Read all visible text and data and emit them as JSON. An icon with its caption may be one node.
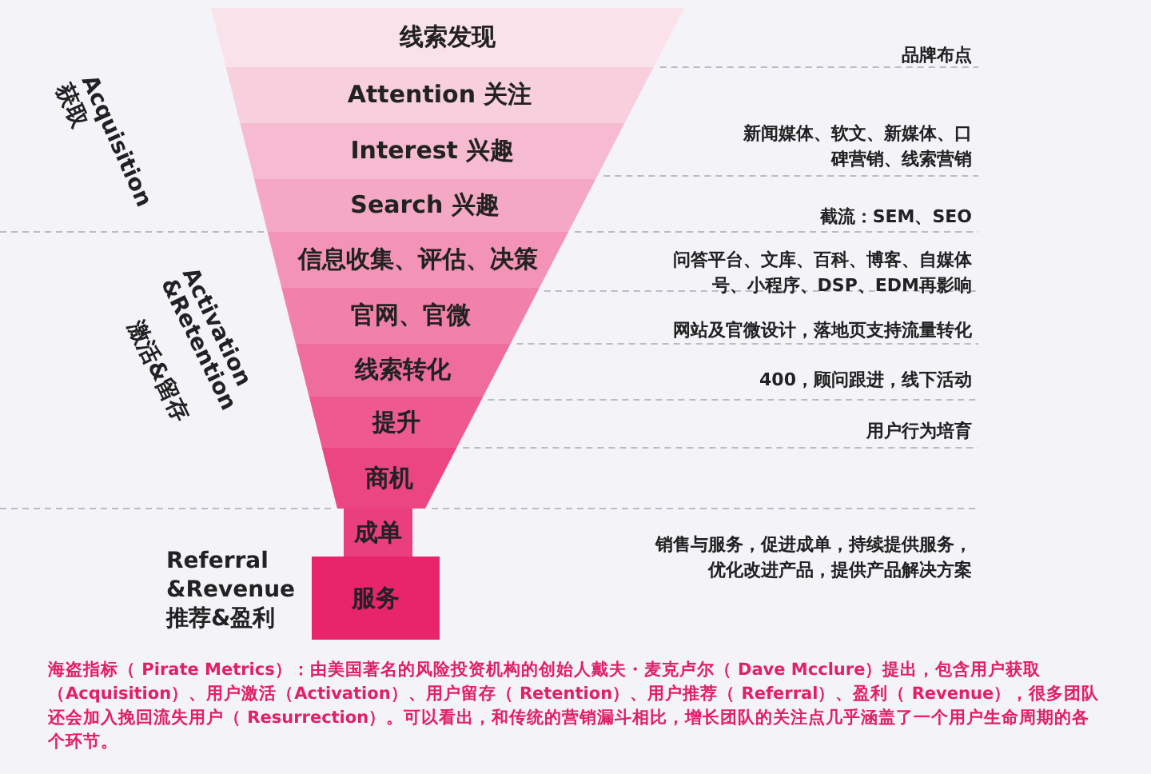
{
  "diagram": {
    "caption": "海盗指标（ Pirate Metrics）：由美国著名的风险投资机构的创始人戴夫・麦克卢尔（ Dave Mcclure）提出，包含用户获取（Acquisition）、用户激活（Activation）、用户留存（ Retention）、用户推荐（ Referral）、盈利（ Revenue），很多团队还会加入挽回流失用户（ Resurrection）。可以看出，和传统的营销漏斗相比，增长团队的关注点几乎涵盖了一个用户生命周期的各个环节。",
    "nodes": [
      {
        "text": [
          "线索发现"
        ]
      },
      {
        "text": [
          "Attention 关注"
        ]
      },
      {
        "text": [
          "Interest 兴趣"
        ]
      },
      {
        "text": [
          "Search 兴趣"
        ]
      },
      {
        "text": [
          "信息收集、评估、决策"
        ]
      },
      {
        "text": [
          "官网、官微"
        ]
      },
      {
        "text": [
          "线索转化"
        ]
      },
      {
        "text": [
          "提升"
        ]
      },
      {
        "text": [
          "商机"
        ]
      },
      {
        "text": [
          "成单"
        ]
      },
      {
        "text": [
          "服务"
        ]
      }
    ],
    "labels": [
      "品牌布点",
      "Acquisition",
      "获取",
      "新闻媒体、软文、新媒体、口碑营销、线索营销",
      "截流：SEM、SEO",
      "问答平台、文库、百科、博客、自媒体号、小程序、DSP、EDM再影响",
      "Activation &Retention",
      "激活&留存",
      "网站及官微设计，落地页支持流量转化",
      "400，顾问跟进，线下活动",
      "用户行为培育",
      "销售与服务，促进成单，持续提供服务，优化改进产品，提供产品解决方案",
      "Referral &Revenue",
      "推荐&盈利"
    ]
  }
}
